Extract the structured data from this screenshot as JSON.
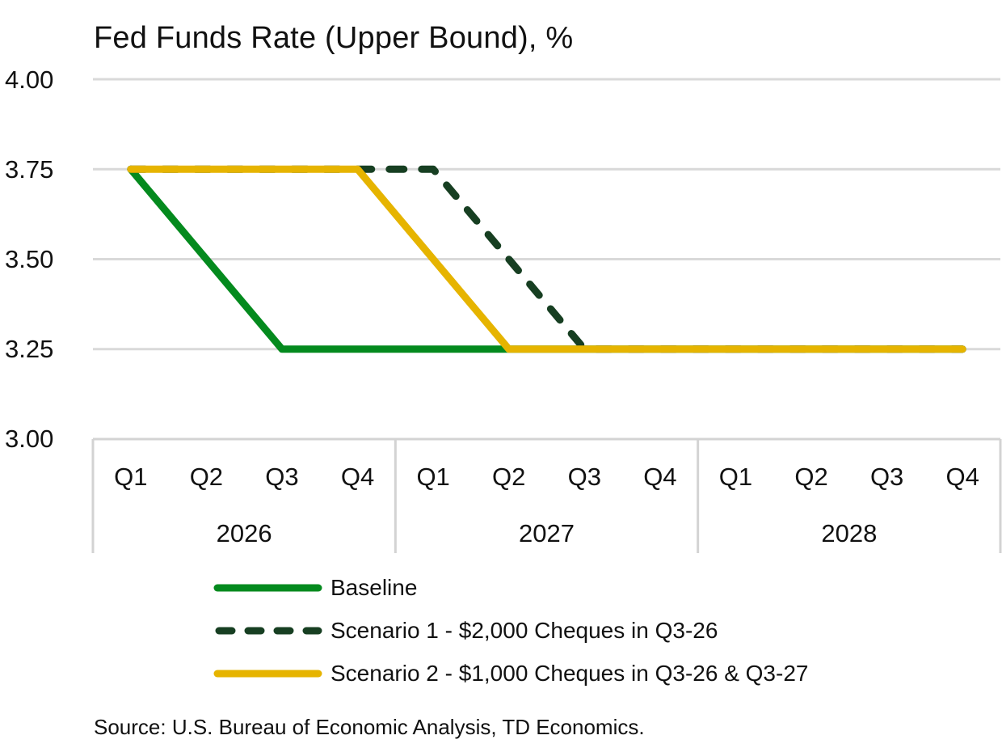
{
  "chart_data": {
    "type": "line",
    "title": "Fed Funds Rate (Upper Bound), %",
    "xlabel": "",
    "ylabel": "",
    "ylim": [
      3.0,
      4.0
    ],
    "yticks": [
      "4.00",
      "3.75",
      "3.50",
      "3.25",
      "3.00"
    ],
    "grid": true,
    "legend_position": "bottom",
    "categories": [
      "Q1-2026",
      "Q2-2026",
      "Q3-2026",
      "Q4-2026",
      "Q1-2027",
      "Q2-2027",
      "Q3-2027",
      "Q4-2027",
      "Q1-2028",
      "Q2-2028",
      "Q3-2028",
      "Q4-2028"
    ],
    "quarter_labels": [
      "Q1",
      "Q2",
      "Q3",
      "Q4",
      "Q1",
      "Q2",
      "Q3",
      "Q4",
      "Q1",
      "Q2",
      "Q3",
      "Q4"
    ],
    "year_labels": [
      "2026",
      "2027",
      "2028"
    ],
    "series": [
      {
        "name": "Baseline",
        "color": "#048a1e",
        "style": "solid",
        "values": [
          3.75,
          3.5,
          3.25,
          3.25,
          3.25,
          3.25,
          3.25,
          3.25,
          3.25,
          3.25,
          3.25,
          3.25
        ]
      },
      {
        "name": "Scenario 1 - $2,000 Cheques in Q3-26",
        "color": "#173f22",
        "style": "dashed",
        "values": [
          3.75,
          3.75,
          3.75,
          3.75,
          3.75,
          3.5,
          3.25,
          3.25,
          3.25,
          3.25,
          3.25,
          3.25
        ]
      },
      {
        "name": "Scenario 2 - $1,000 Cheques in Q3-26 & Q3-27",
        "color": "#e6b400",
        "style": "solid",
        "values": [
          3.75,
          3.75,
          3.75,
          3.75,
          3.5,
          3.25,
          3.25,
          3.25,
          3.25,
          3.25,
          3.25,
          3.25
        ]
      }
    ],
    "source": "Source: U.S. Bureau of Economic Analysis, TD Economics."
  },
  "colors": {
    "grid": "#d9d9d9",
    "axis": "#d3d3d3",
    "text": "#111111"
  }
}
